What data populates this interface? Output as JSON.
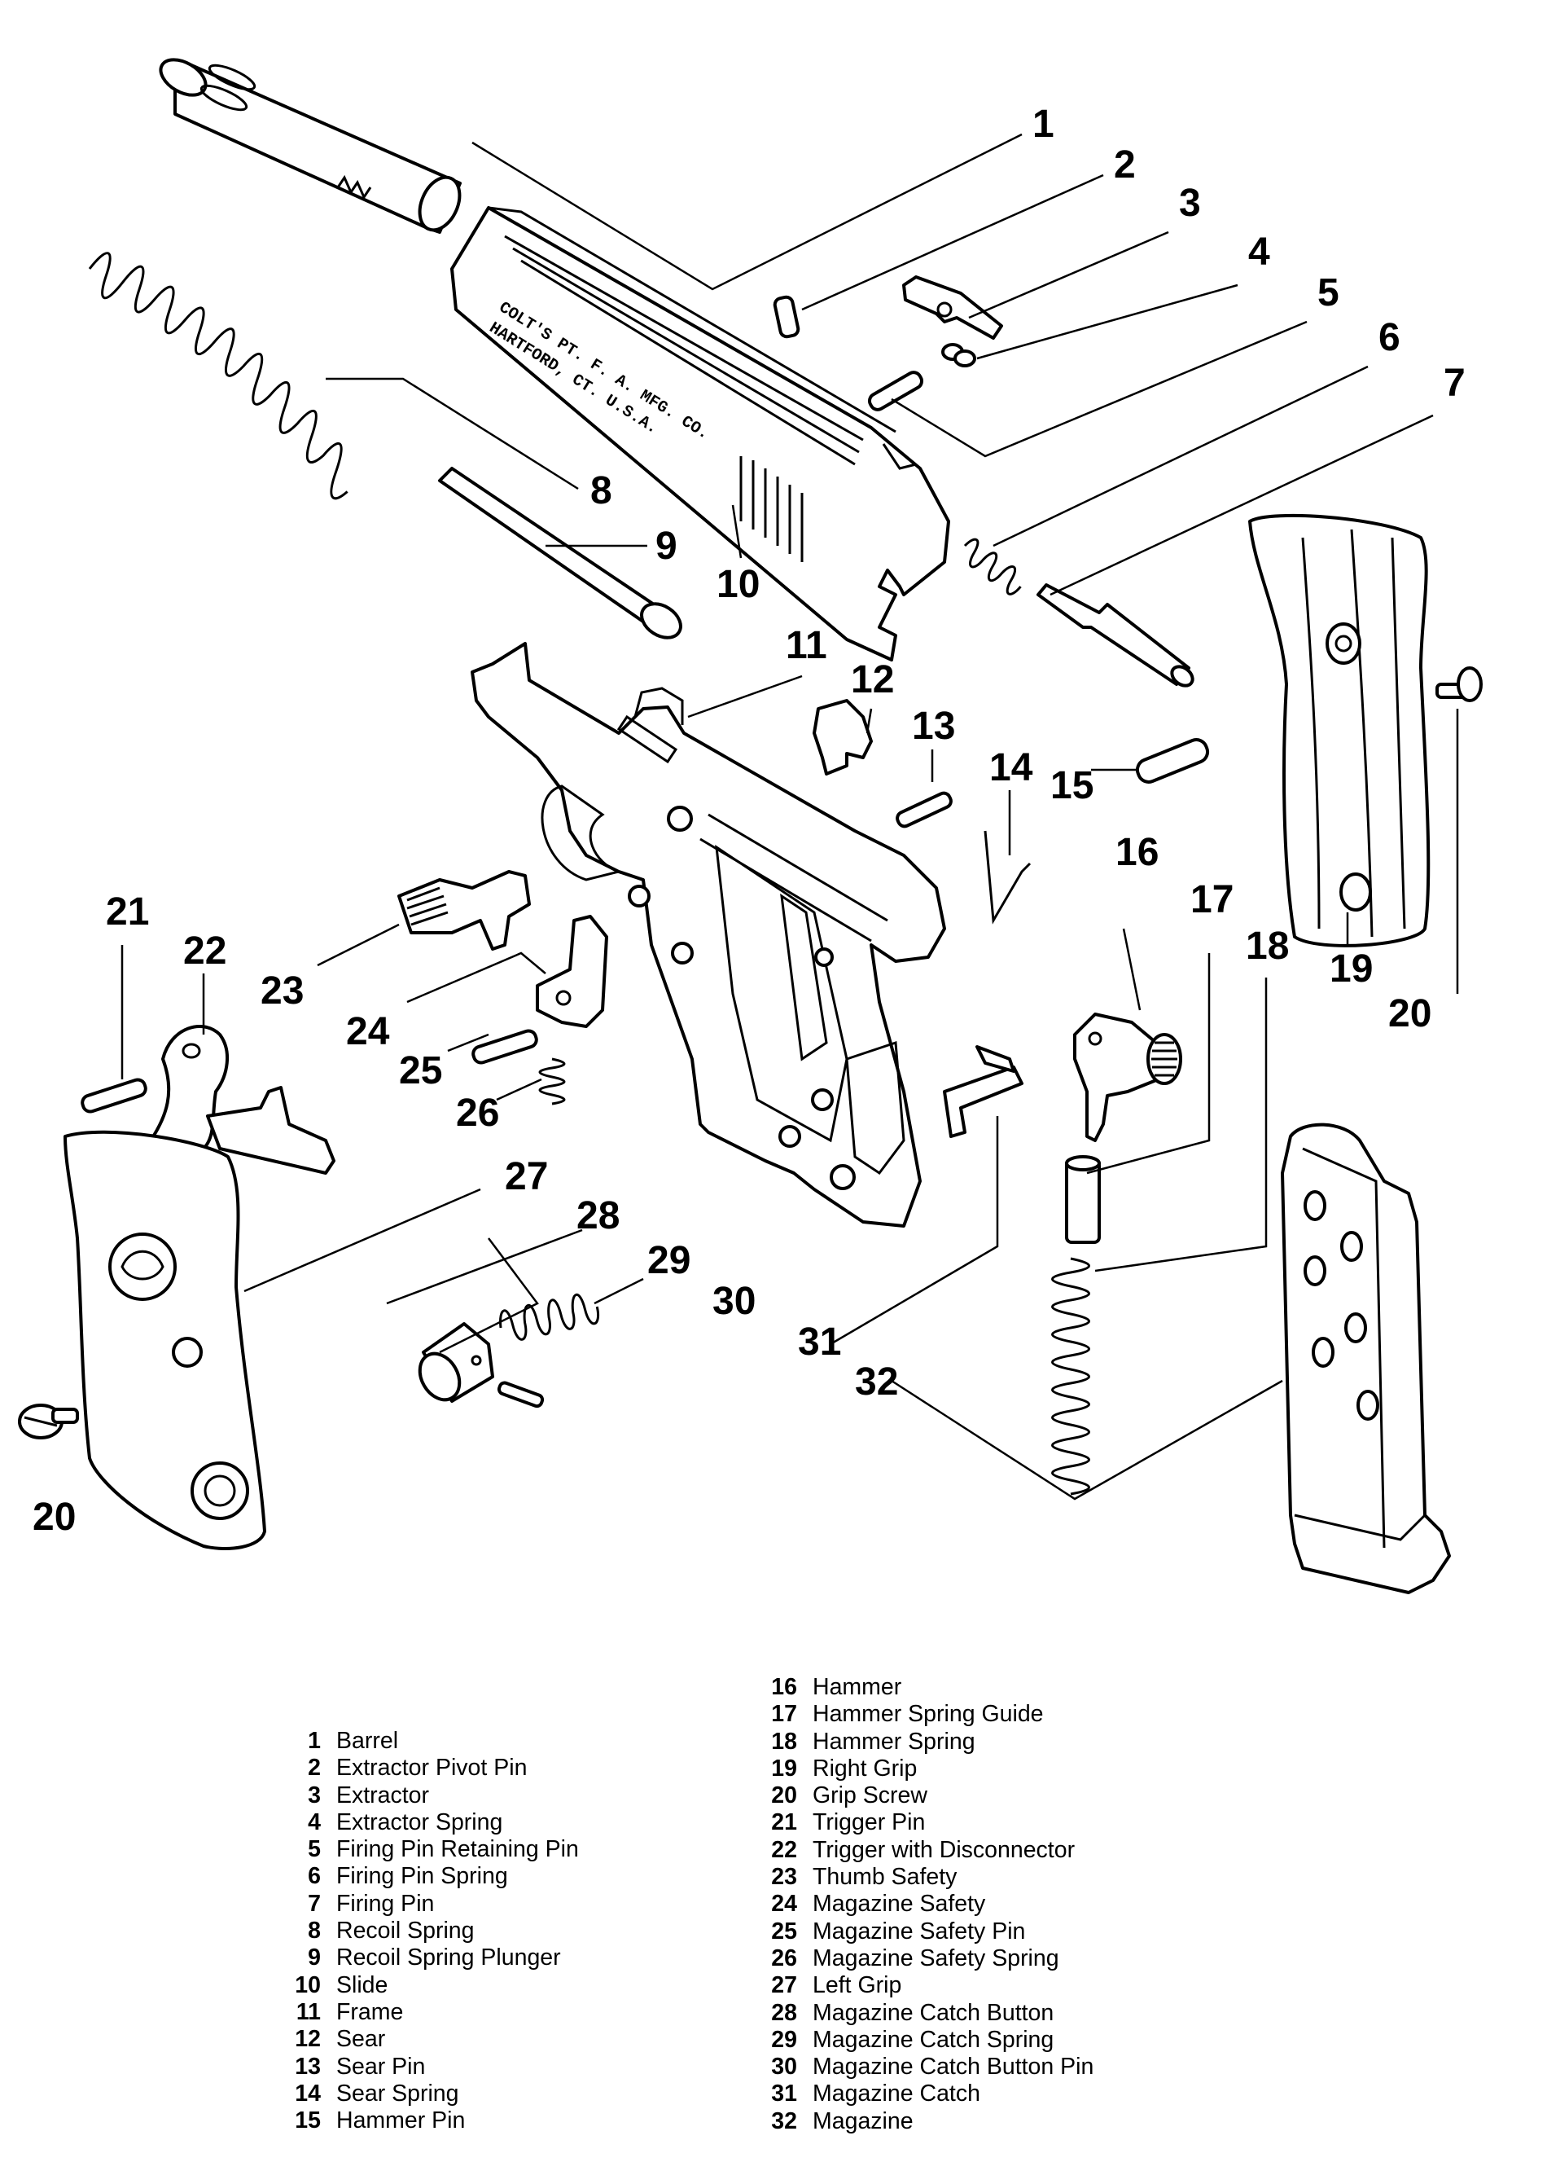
{
  "diagram": {
    "slide_engraving": [
      "COLT'S PT. F. A. MFG. CO.",
      "HARTFORD, CT. U.S.A."
    ],
    "callouts": {
      "c1": "1",
      "c2": "2",
      "c3": "3",
      "c4": "4",
      "c5": "5",
      "c6": "6",
      "c7": "7",
      "c8": "8",
      "c9": "9",
      "c10": "10",
      "c11": "11",
      "c12": "12",
      "c13": "13",
      "c14": "14",
      "c15": "15",
      "c16": "16",
      "c17": "17",
      "c18": "18",
      "c19": "19",
      "c20a": "20",
      "c20b": "20",
      "c21": "21",
      "c22": "22",
      "c23": "23",
      "c24": "24",
      "c25": "25",
      "c26": "26",
      "c27": "27",
      "c28": "28",
      "c29": "29",
      "c30": "30",
      "c31": "31",
      "c32": "32"
    }
  },
  "legend": {
    "left": [
      {
        "num": "1",
        "name": "Barrel"
      },
      {
        "num": "2",
        "name": "Extractor Pivot Pin"
      },
      {
        "num": "3",
        "name": "Extractor"
      },
      {
        "num": "4",
        "name": "Extractor Spring"
      },
      {
        "num": "5",
        "name": "Firing Pin Retaining Pin"
      },
      {
        "num": "6",
        "name": "Firing Pin Spring"
      },
      {
        "num": "7",
        "name": "Firing Pin"
      },
      {
        "num": "8",
        "name": "Recoil Spring"
      },
      {
        "num": "9",
        "name": "Recoil Spring Plunger"
      },
      {
        "num": "10",
        "name": "Slide"
      },
      {
        "num": "11",
        "name": "Frame"
      },
      {
        "num": "12",
        "name": "Sear"
      },
      {
        "num": "13",
        "name": "Sear Pin"
      },
      {
        "num": "14",
        "name": "Sear Spring"
      },
      {
        "num": "15",
        "name": "Hammer Pin"
      }
    ],
    "right": [
      {
        "num": "16",
        "name": "Hammer"
      },
      {
        "num": "17",
        "name": "Hammer Spring Guide"
      },
      {
        "num": "18",
        "name": "Hammer Spring"
      },
      {
        "num": "19",
        "name": "Right Grip"
      },
      {
        "num": "20",
        "name": "Grip Screw"
      },
      {
        "num": "21",
        "name": "Trigger Pin"
      },
      {
        "num": "22",
        "name": "Trigger with Disconnector"
      },
      {
        "num": "23",
        "name": "Thumb Safety"
      },
      {
        "num": "24",
        "name": "Magazine Safety"
      },
      {
        "num": "25",
        "name": "Magazine Safety Pin"
      },
      {
        "num": "26",
        "name": "Magazine Safety Spring"
      },
      {
        "num": "27",
        "name": "Left Grip"
      },
      {
        "num": "28",
        "name": "Magazine Catch Button"
      },
      {
        "num": "29",
        "name": "Magazine Catch Spring"
      },
      {
        "num": "30",
        "name": "Magazine Catch Button Pin"
      },
      {
        "num": "31",
        "name": "Magazine Catch"
      },
      {
        "num": "32",
        "name": "Magazine"
      }
    ]
  }
}
